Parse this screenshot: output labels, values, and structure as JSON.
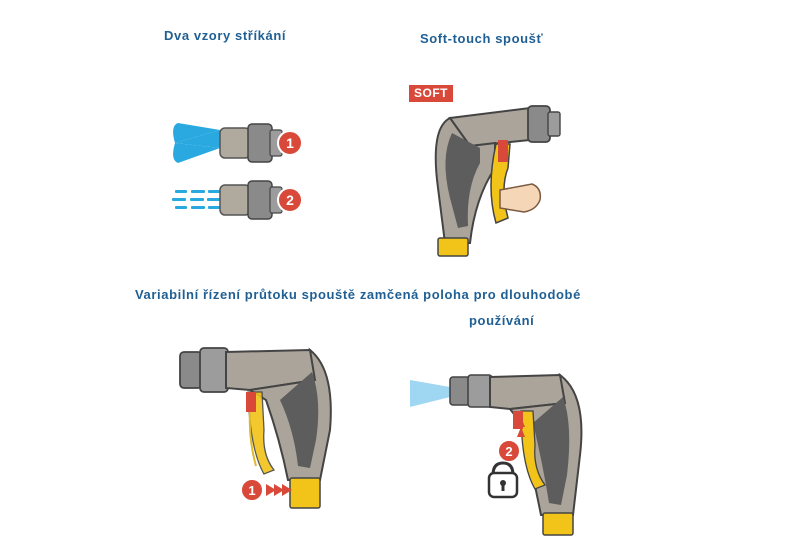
{
  "captions": {
    "two_patterns": "Dva vzory stříkání",
    "soft_touch": "Soft-touch spoušť",
    "variable_flow": "Variabilní řízení průtoku spouště zamčená poloha pro dlouhodobé",
    "long_use": "používání"
  },
  "badges": {
    "soft": "SOFT",
    "pattern_1": "1",
    "pattern_2": "2",
    "flow_step_1": "1",
    "lock_step_2": "2"
  },
  "colors": {
    "caption_text": "#1f5f93",
    "badge_red": "#d9493a",
    "spray_blue": "#29a9e0",
    "mist_blue": "#9fd6f2",
    "trigger_yellow": "#f2c319",
    "body_gray": "#aaa49a",
    "grip_dark": "#5d5d5d",
    "nozzle_gray": "#8a8a8a"
  },
  "icons": [
    "cone-spray-icon",
    "jet-spray-icon",
    "padlock-icon",
    "finger-icon",
    "arrow-icon"
  ]
}
